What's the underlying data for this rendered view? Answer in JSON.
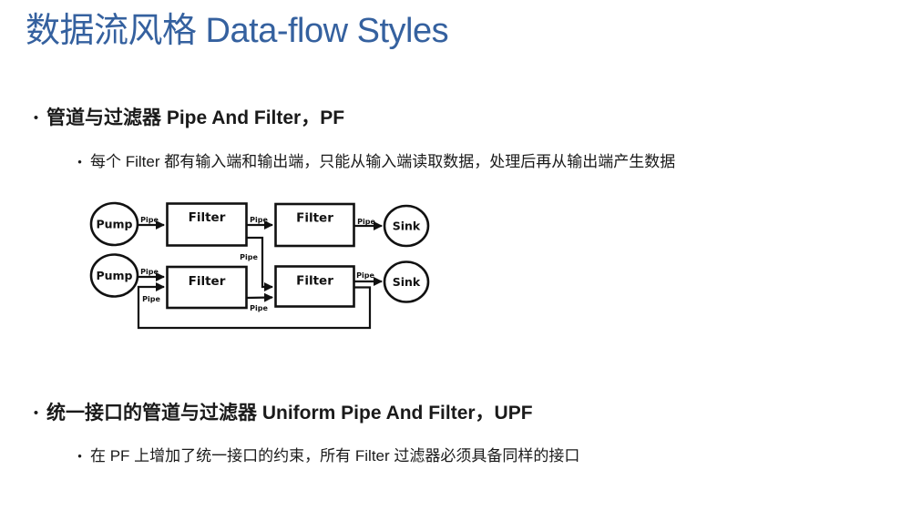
{
  "title": "数据流风格 Data-flow Styles",
  "bullet_char": "•",
  "colors": {
    "title_blue": "#35619f",
    "body_text": "#1a1a1a",
    "diagram_stroke": "#111111",
    "background": "#ffffff"
  },
  "bullets": [
    {
      "label": "管道与过滤器 Pipe And Filter，PF",
      "sub": "每个 Filter 都有输入端和输出端，只能从输入端读取数据，处理后再从输出端产生数据"
    },
    {
      "label": "统一接口的管道与过滤器 Uniform Pipe And Filter，UPF",
      "sub": "在 PF 上增加了统一接口的约束，所有 Filter 过滤器必须具备同样的接口"
    }
  ],
  "diagram": {
    "pipe_label": "Pipe",
    "nodes": {
      "pump_top": "Pump",
      "filter_top_left": "Filter",
      "filter_top_right": "Filter",
      "sink_top": "Sink",
      "pump_bottom": "Pump",
      "filter_bottom_left": "Filter",
      "filter_bottom_right": "Filter",
      "sink_bottom": "Sink"
    }
  }
}
